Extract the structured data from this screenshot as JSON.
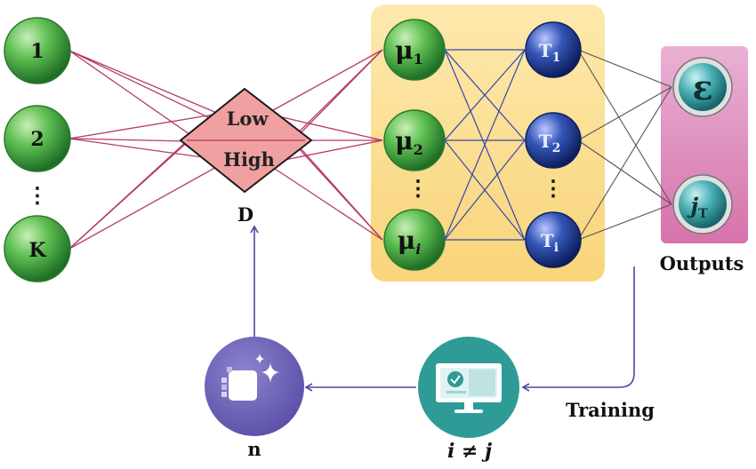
{
  "inputs": {
    "n1": "1",
    "n2": "2",
    "dots": "⋮",
    "nk": "K"
  },
  "decision": {
    "low": "Low",
    "high": "High",
    "label": "D"
  },
  "hidden1": {
    "mu": "μ",
    "sub1": "1",
    "sub2": "2",
    "subi": "i",
    "dots": "⋮"
  },
  "hidden2": {
    "t": "T",
    "sub1": "1",
    "sub2": "2",
    "subi": "i",
    "dots": "⋮"
  },
  "outputs": {
    "epsilon": "ε",
    "j": "j",
    "jsub": "T",
    "label": "Outputs"
  },
  "bottom": {
    "n_label": "n",
    "condition": "i ≠ j",
    "training": "Training"
  },
  "colors": {
    "green": "#3a9a3c",
    "blue": "#1f3d8c",
    "teal": "#2a8e93",
    "purple": "#6a5fb0",
    "connection": "#b33a6a",
    "arrow": "#4a4aa0",
    "diamond": "#f0a0a0",
    "hiddenPanel": "#fbe6a8",
    "outputPanel": "#dd88b8"
  }
}
